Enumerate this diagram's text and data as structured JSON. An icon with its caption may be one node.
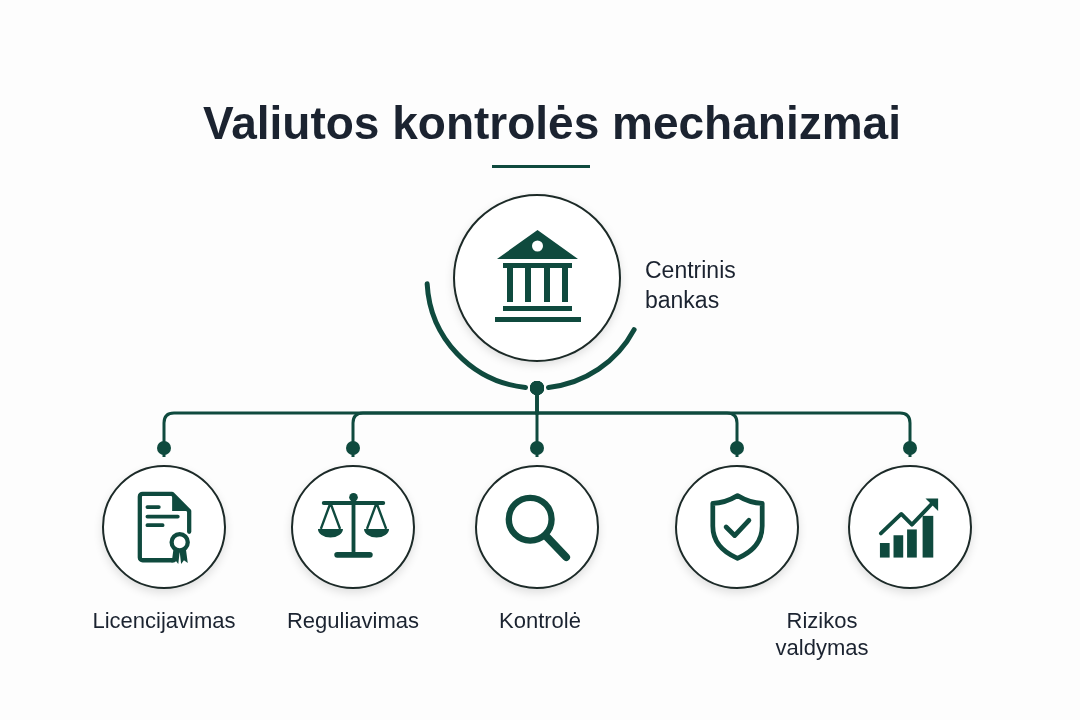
{
  "diagram": {
    "title": "Valiutos kontrolės mechanizmai",
    "nodes": [
      {
        "text": [],
        "shape": "circle",
        "beside": [
          "Centrinis bankas"
        ]
      },
      {
        "text": [],
        "shape": "circle",
        "beside": [
          "Licencijavimas"
        ]
      },
      {
        "text": [],
        "shape": "circle",
        "beside": [
          "Reguliavimas"
        ]
      },
      {
        "text": [],
        "shape": "circle",
        "beside": [
          "Kontrolė"
        ]
      },
      {
        "text": [],
        "shape": "circle",
        "beside": [
          "Rizikos valdymas"
        ]
      },
      {
        "text": [],
        "shape": "circle"
      }
    ],
    "edges": [
      {
        "from": 0,
        "to": 1,
        "arrow": "other"
      },
      {
        "from": 0,
        "to": 2,
        "arrow": "other"
      },
      {
        "from": 0,
        "to": 3,
        "arrow": "other"
      },
      {
        "from": 0,
        "to": 4,
        "arrow": "other"
      },
      {
        "from": 0,
        "to": 5,
        "arrow": "other"
      }
    ]
  }
}
